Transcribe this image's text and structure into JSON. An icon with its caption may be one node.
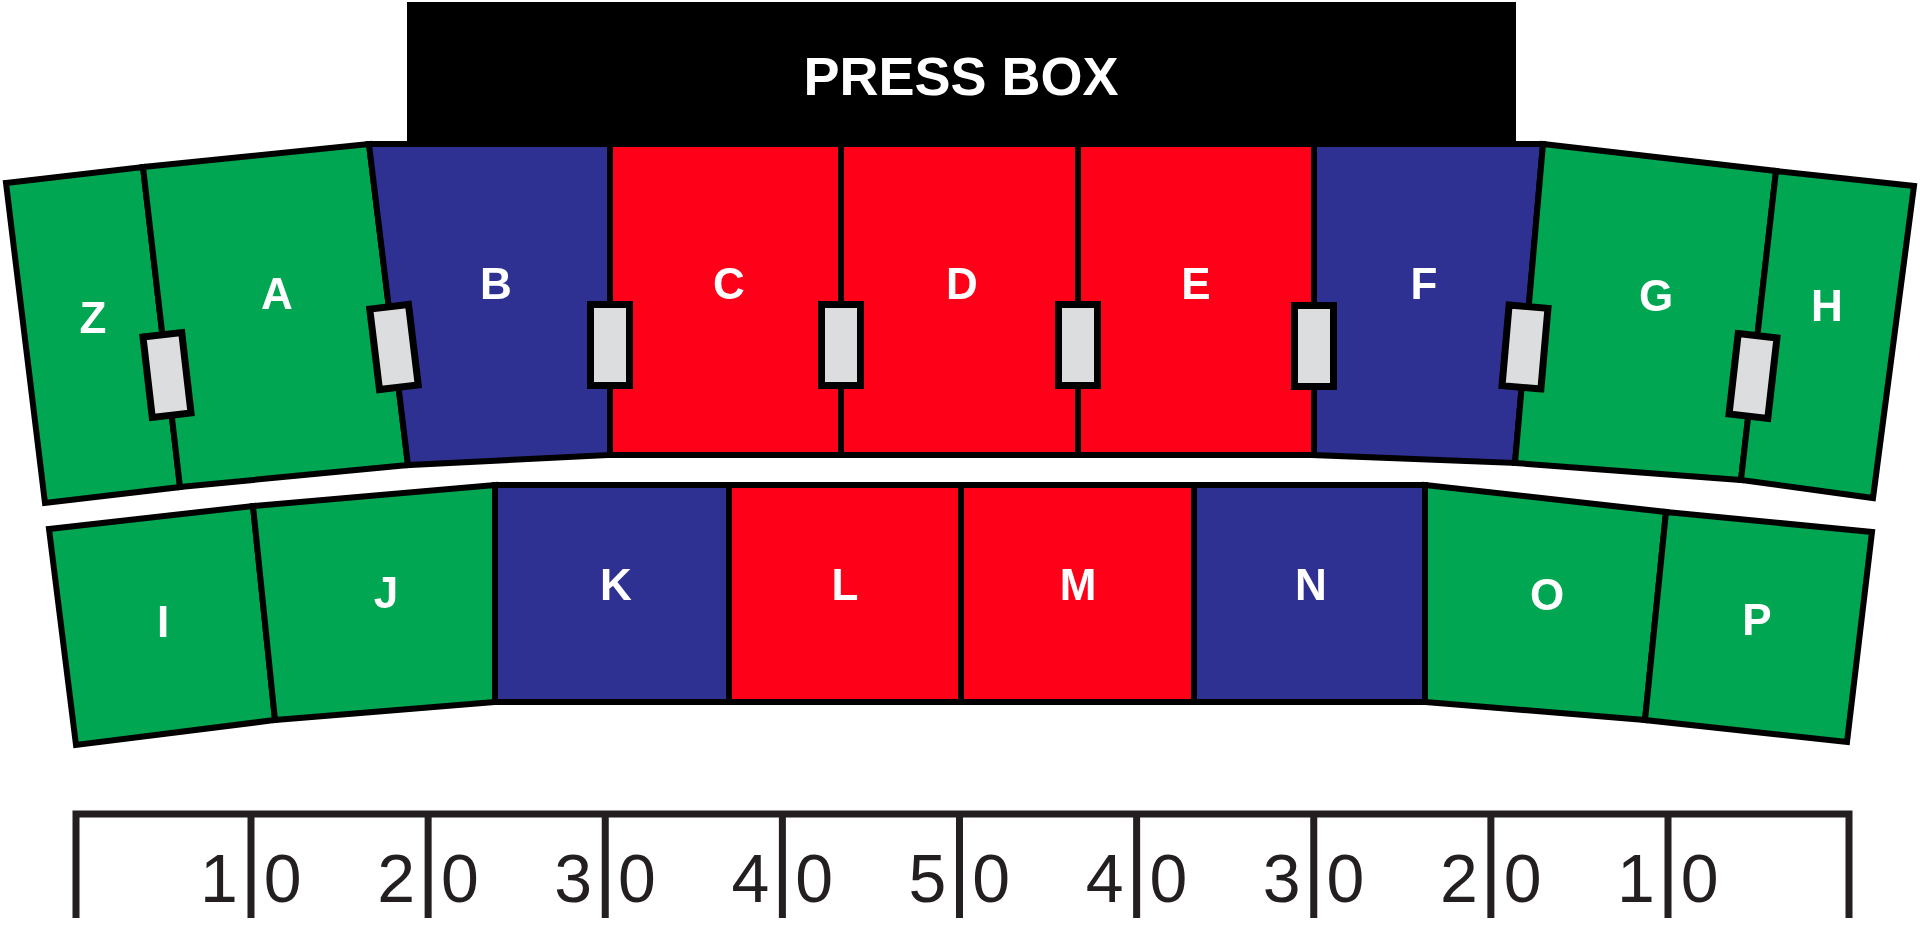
{
  "diagram": {
    "nodes": [
      {
        "text": [
          "PRESS BOX"
        ]
      },
      {
        "text": [
          "Z"
        ]
      },
      {
        "text": [
          "A"
        ]
      },
      {
        "text": [
          "B"
        ]
      },
      {
        "text": [
          "C"
        ]
      },
      {
        "text": [
          "D"
        ]
      },
      {
        "text": [
          "E"
        ]
      },
      {
        "text": [
          "F"
        ]
      },
      {
        "text": [
          "G"
        ]
      },
      {
        "text": [
          "H"
        ]
      },
      {
        "text": [
          "I"
        ]
      },
      {
        "text": [
          "J"
        ]
      },
      {
        "text": [
          "K"
        ]
      },
      {
        "text": [
          "L"
        ]
      },
      {
        "text": [
          "M"
        ]
      },
      {
        "text": [
          "N"
        ]
      },
      {
        "text": [
          "O"
        ]
      },
      {
        "text": [
          "P"
        ]
      }
    ],
    "labels": [
      "10",
      "20",
      "30",
      "40",
      "50",
      "40",
      "30",
      "20",
      "10"
    ]
  }
}
